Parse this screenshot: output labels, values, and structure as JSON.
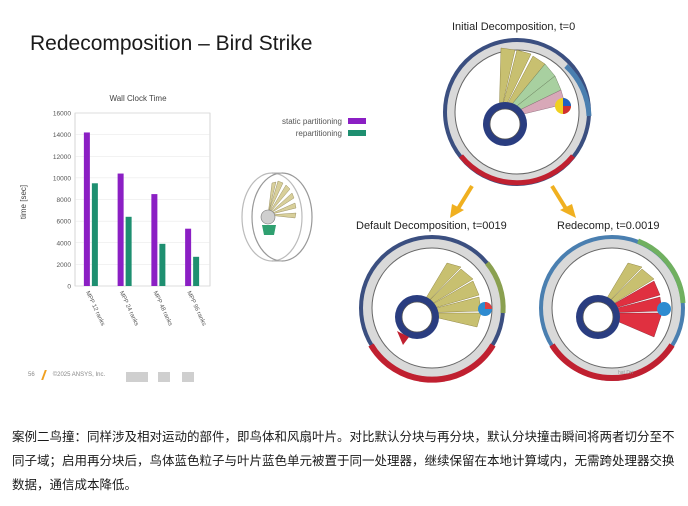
{
  "slide": {
    "title": "Redecomposition – Bird Strike",
    "footer_page": "56",
    "footer_copyright": "©2025 ANSYS, Inc."
  },
  "simulations": {
    "initial_label": "Initial Decomposition, t=0",
    "default_label": "Default Decomposition, t=0019",
    "redecomp_label": "Redecomp, t=0.0019",
    "watermark": "hat Dri"
  },
  "legend": {
    "static": "static partitioning",
    "repart": "repartitioning"
  },
  "chart_data": {
    "type": "bar",
    "title": "Wall Clock Time",
    "ylabel": "time [sec]",
    "xlabel": "",
    "ylim": [
      0,
      16000
    ],
    "yticks": [
      0,
      2000,
      4000,
      6000,
      8000,
      10000,
      12000,
      14000,
      16000
    ],
    "categories": [
      "MPP 12 ranks",
      "MPP 24 ranks",
      "MPP 48 ranks",
      "MPP 96 ranks"
    ],
    "series": [
      {
        "name": "static partitioning",
        "color": "#8b1fc4",
        "values": [
          14200,
          10400,
          8500,
          5300
        ]
      },
      {
        "name": "repartitioning",
        "color": "#1e8f70",
        "values": [
          9500,
          6400,
          3900,
          2700
        ]
      }
    ],
    "legend_position": "top-right"
  },
  "caption": {
    "text": "案例二鸟撞：同样涉及相对运动的部件，即鸟体和风扇叶片。对比默认分块与再分块，默认分块撞击瞬间将两者切分至不同子域；启用再分块后，鸟体蓝色粒子与叶片蓝色单元被置于同一处理器，继续保留在本地计算域内，无需跨处理器交换数据，通信成本降低。"
  },
  "colors": {
    "static": "#8b1fc4",
    "repart": "#1e8f70",
    "arrow": "#f0b020"
  }
}
